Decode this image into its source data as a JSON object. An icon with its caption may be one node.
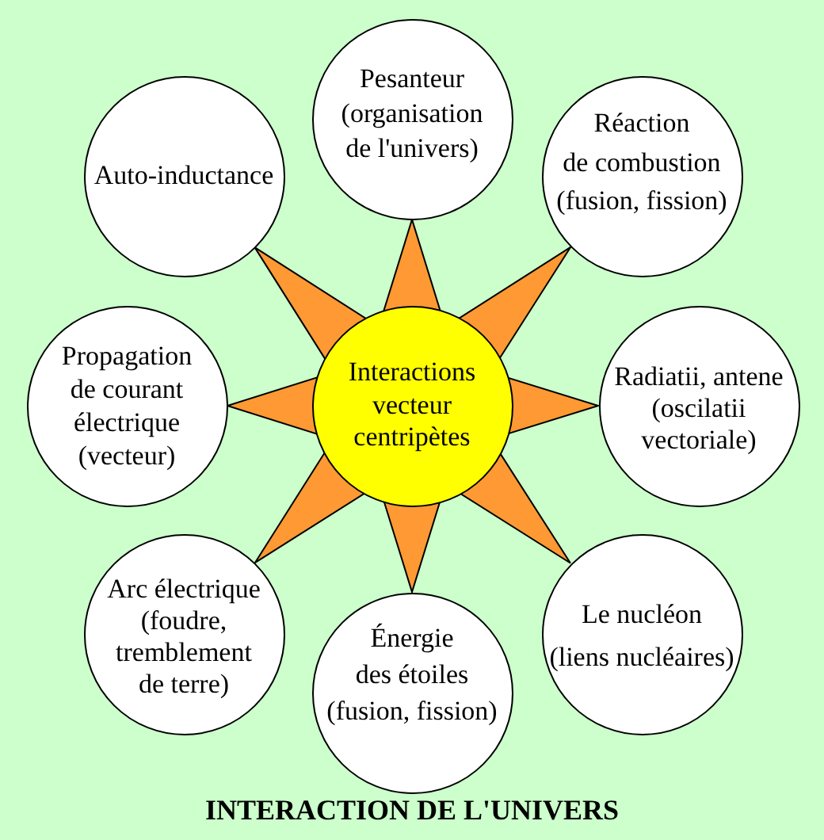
{
  "diagram": {
    "title": "INTERACTION DE L'UNIVERS",
    "nodes": [
      {
        "text": [
          "Interactions vecteur centripètes"
        ]
      },
      {
        "text": [
          "Pesanteur (organisation de l'univers)"
        ]
      },
      {
        "text": [
          "Réaction de combustion (fusion, fission)"
        ]
      },
      {
        "text": [
          "Radiatii, antene (oscilatii vectoriale)"
        ]
      },
      {
        "text": [
          "Le nucléon (liens nucléaires)"
        ]
      },
      {
        "text": [
          "Énergie des étoiles (fusion, fission)"
        ]
      },
      {
        "text": [
          "Arc électrique (foudre, tremblement de terre)"
        ]
      },
      {
        "text": [
          "Propagation de courant électrique (vecteur)"
        ]
      },
      {
        "text": [
          "Auto-inductance"
        ]
      }
    ],
    "edges": [
      {
        "from": 0,
        "to": 1,
        "arrow": "to"
      },
      {
        "from": 0,
        "to": 2,
        "arrow": "to"
      },
      {
        "from": 0,
        "to": 3,
        "arrow": "to"
      },
      {
        "from": 0,
        "to": 4,
        "arrow": "to"
      },
      {
        "from": 0,
        "to": 5,
        "arrow": "to"
      },
      {
        "from": 0,
        "to": 6,
        "arrow": "to"
      },
      {
        "from": 0,
        "to": 7,
        "arrow": "to"
      },
      {
        "from": 0,
        "to": 8,
        "arrow": "to"
      }
    ]
  }
}
